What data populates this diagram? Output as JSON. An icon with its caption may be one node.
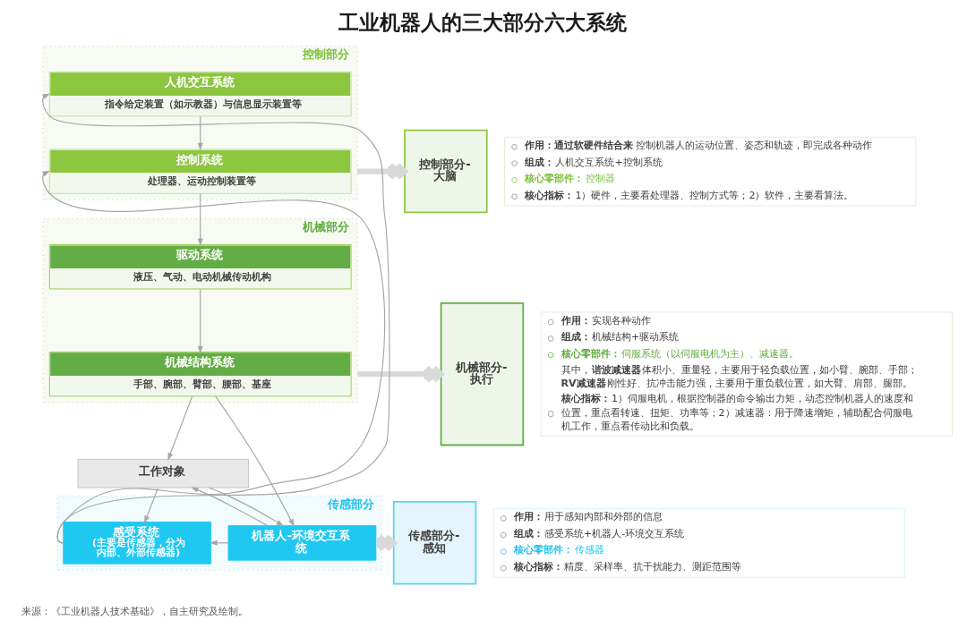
{
  "diagram": {
    "title": "工业机器人的三大部分六大系统",
    "nodes": [
      {
        "text": [
          "控制部分"
        ]
      },
      {
        "text": [
          "人机交互系统",
          "指令给定装置（如示教器）与信息显示装置等"
        ],
        "in": 0
      },
      {
        "text": [
          "控制系统",
          "处理器、运动控制装置等"
        ],
        "in": 0
      },
      {
        "text": [
          "机械部分"
        ]
      },
      {
        "text": [
          "驱动系统",
          "液压、气动、电动机械传动机构"
        ],
        "in": 3
      },
      {
        "text": [
          "机械结构系统",
          "手部、腕部、臂部、腰部、基座"
        ],
        "in": 3
      },
      {
        "text": [
          "工作对象"
        ]
      },
      {
        "text": [
          "传感部分"
        ]
      },
      {
        "text": [
          "感受系统",
          "(主要是传感器，分为内部、外部传感器)"
        ],
        "in": 7
      },
      {
        "text": [
          "机器人-环境交互系统"
        ],
        "in": 7
      },
      {
        "text": [
          "控制部分-大脑"
        ]
      },
      {
        "text": [
          "**作用：通过软硬件结合来**控制机器人的运动位置、姿态和轨迹，即完成各种动作",
          "**组成：**人机交互系统+控制系统",
          "**核心零部件：**控制器",
          "**核心指标：**1）硬件，主要看处理器、控制方式等；2）软件，主要看算法。"
        ]
      },
      {
        "text": [
          "机械部分-执行"
        ]
      },
      {
        "text": [
          "**作用：**实现各种动作",
          "**组成：**机械结构+驱动系统",
          "**核心零部件：**伺服系统（以伺服电机为主）、减速器。",
          "其中，**谐波减速器**体积小、重量轻，主要用于轻负载位置，如小臂、腕部、手部；**RV减速器**刚性好、抗冲击能力强，主要用于重负载位置，如大臂、肩部、腿部。",
          "**核心指标：**1）伺服电机，根据控制器的命令输出力矩，动态控制机器人的速度和位置，重点看转速、扭矩、功率等；2）减速器：用于降速增矩，辅助配合伺服电机工作，重点看传动比和负载。"
        ]
      },
      {
        "text": [
          "传感部分-感知"
        ]
      },
      {
        "text": [
          "**作用：**用于感知内部和外部的信息",
          "**组成：**感受系统+机器人-环境交互系统",
          "**核心零部件：**传感器",
          "**核心指标：**精度、采样率、抗干扰能力、测距范围等"
        ]
      }
    ],
    "edges": [
      {
        "from": 8,
        "to": 1,
        "arrow": "to"
      },
      {
        "from": 8,
        "to": 2,
        "arrow": "to"
      },
      {
        "from": 1,
        "to": 2,
        "arrow": "to"
      },
      {
        "from": 2,
        "to": 4,
        "arrow": "to"
      },
      {
        "from": 4,
        "to": 5,
        "arrow": "to"
      },
      {
        "from": 5,
        "to": 6,
        "arrow": "to"
      },
      {
        "from": 5,
        "to": 9,
        "arrow": "to"
      },
      {
        "from": 6,
        "to": 8,
        "arrow": "to"
      },
      {
        "from": 9,
        "to": 6,
        "arrow": "to"
      },
      {
        "from": 6,
        "to": 9,
        "arrow": "to"
      },
      {
        "from": 9,
        "to": 8,
        "arrow": "to"
      },
      {
        "from": 0,
        "to": 10,
        "arrow": "to",
        "style": "thick",
        "color": "#d9d9d9"
      },
      {
        "from": 3,
        "to": 12,
        "arrow": "to",
        "style": "thick",
        "color": "#d9d9d9"
      },
      {
        "from": 7,
        "to": 14,
        "arrow": "to",
        "style": "thick",
        "color": "#d9d9d9"
      }
    ],
    "labels": [
      "来源：《工业机器人技术基础》，自主研究及绘制。"
    ]
  }
}
